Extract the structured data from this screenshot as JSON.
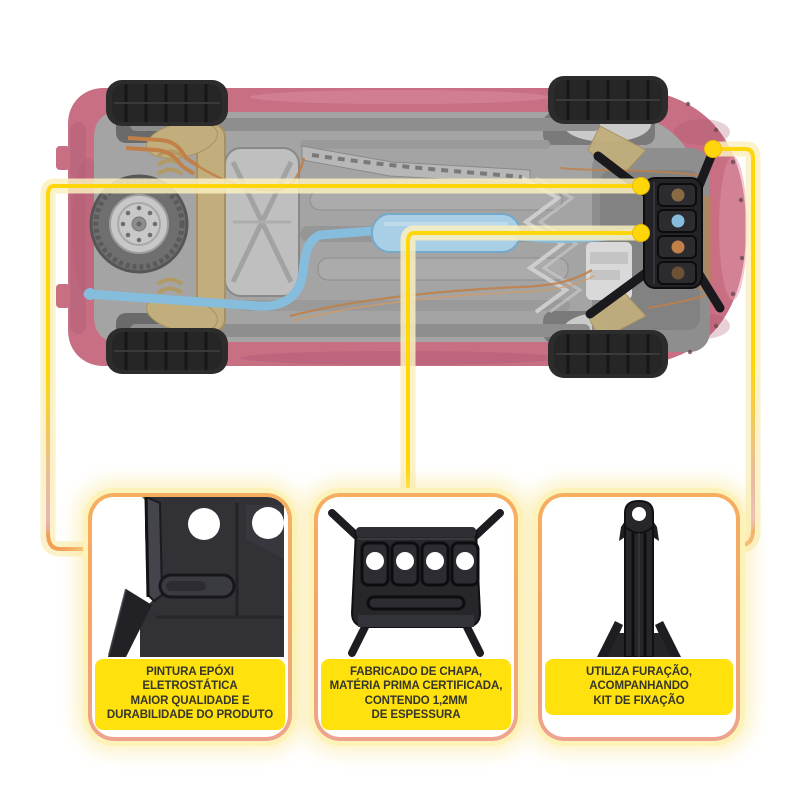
{
  "illustration": {
    "parts": [
      "car-underbody-view",
      "rear-wheels",
      "front-wheels",
      "spare-tire",
      "rear-axle-beam",
      "fuel-tank",
      "exhaust-system-muffler",
      "brake-fuel-lines",
      "front-subframe",
      "engine-skid-plate"
    ]
  },
  "callouts": [
    {
      "id": "pintura-epoxi",
      "lines": [
        "PINTURA EPÓXI",
        "ELETROSTÁTICA",
        "MAIOR QUALIDADE E",
        "DURABILIDADE DO PRODUTO"
      ]
    },
    {
      "id": "chapa-certificada",
      "lines": [
        "FABRICADO DE CHAPA,",
        "MATÉRIA PRIMA CERTIFICADA,",
        "CONTENDO 1,2MM",
        "DE ESPESSURA"
      ]
    },
    {
      "id": "kit-fixacao",
      "lines": [
        "UTILIZA FURAÇÃO,",
        "ACOMPANHANDO",
        "KIT DE FIXAÇÃO"
      ]
    }
  ],
  "colors": {
    "accent_yellow": "#FFD60A",
    "glow_yellow": "#FAF0BF",
    "label_yellow": "#FFE20D",
    "text_dark": "#35352C",
    "card_border_top": "#F6AE60",
    "card_border_bottom": "#EDA48F",
    "hook_orange": "#F2A055",
    "body_pink": "#C86F84",
    "floor_gray": "#A4A4A4",
    "exhaust_blue": "#86BCDC",
    "suspension_tan": "#C2AE7D",
    "copper": "#C08048",
    "plate_black": "#232327"
  }
}
